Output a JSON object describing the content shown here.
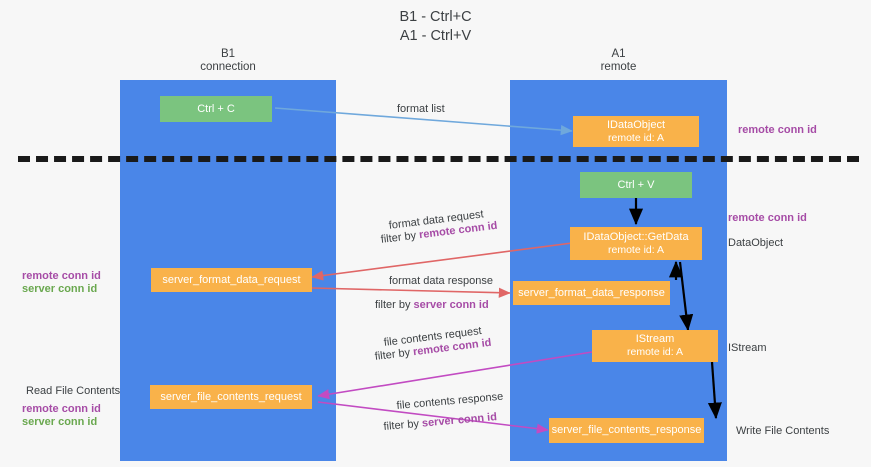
{
  "diagram": {
    "title_line1": "B1 - Ctrl+C",
    "title_line2": "A1 - Ctrl+V",
    "lanes": [
      {
        "name": "B1",
        "role": "connection"
      },
      {
        "name": "A1",
        "role": "remote"
      }
    ],
    "colors": {
      "lane": "#4a86e8",
      "green_box": "#7bc47f",
      "orange_box": "#f9b24a",
      "remote_conn_id": "#a64ca6",
      "server_conn_id": "#6aa84f",
      "format_arrow": "#e06666",
      "file_arrow": "#c24bc2",
      "clipboard_arrow": "#6fa8dc",
      "black_arrow": "#000000",
      "divider": "#1a1a1a",
      "background": "#f7f7f7"
    },
    "boxes": {
      "ctrl_c": "Ctrl + C",
      "ctrl_v": "Ctrl + V",
      "idataobject_l1": "IDataObject",
      "idataobject_l2": "remote id: A",
      "getdata_l1": "IDataObject::GetData",
      "getdata_l2": "remote id: A",
      "istream_l1": "IStream",
      "istream_l2": "remote id: A",
      "server_format_data_request": "server_format_data_request",
      "server_format_data_response": "server_format_data_response",
      "server_file_contents_request": "server_file_contents_request",
      "server_file_contents_response": "server_file_contents_response"
    },
    "edge_labels": {
      "format_list": "format list",
      "format_data_request": "format data request",
      "format_data_request_filter_prefix": "filter by ",
      "format_data_request_filter_key": "remote conn id",
      "format_data_response": "format data response",
      "format_data_response_filter_prefix": "filter by ",
      "format_data_response_filter_key": "server conn id",
      "file_contents_request": "file contents request",
      "file_contents_request_filter_prefix": "filter by ",
      "file_contents_request_filter_key": "remote conn id",
      "file_contents_response": "file contents response",
      "file_contents_response_filter_prefix": "filter by ",
      "file_contents_response_filter_key": "server conn id"
    },
    "annotations": {
      "right_remote_conn_id_top": "remote conn id",
      "right_remote_conn_id_mid": "remote conn id",
      "right_dataobject": "DataObject",
      "right_istream": "IStream",
      "right_write_file_contents": "Write File Contents",
      "left_remote_conn_id_mid": "remote conn id",
      "left_server_conn_id_mid": "server conn id",
      "left_read_file_contents": "Read File Contents",
      "left_remote_conn_id_bottom": "remote conn id",
      "left_server_conn_id_bottom": "server conn id"
    }
  }
}
